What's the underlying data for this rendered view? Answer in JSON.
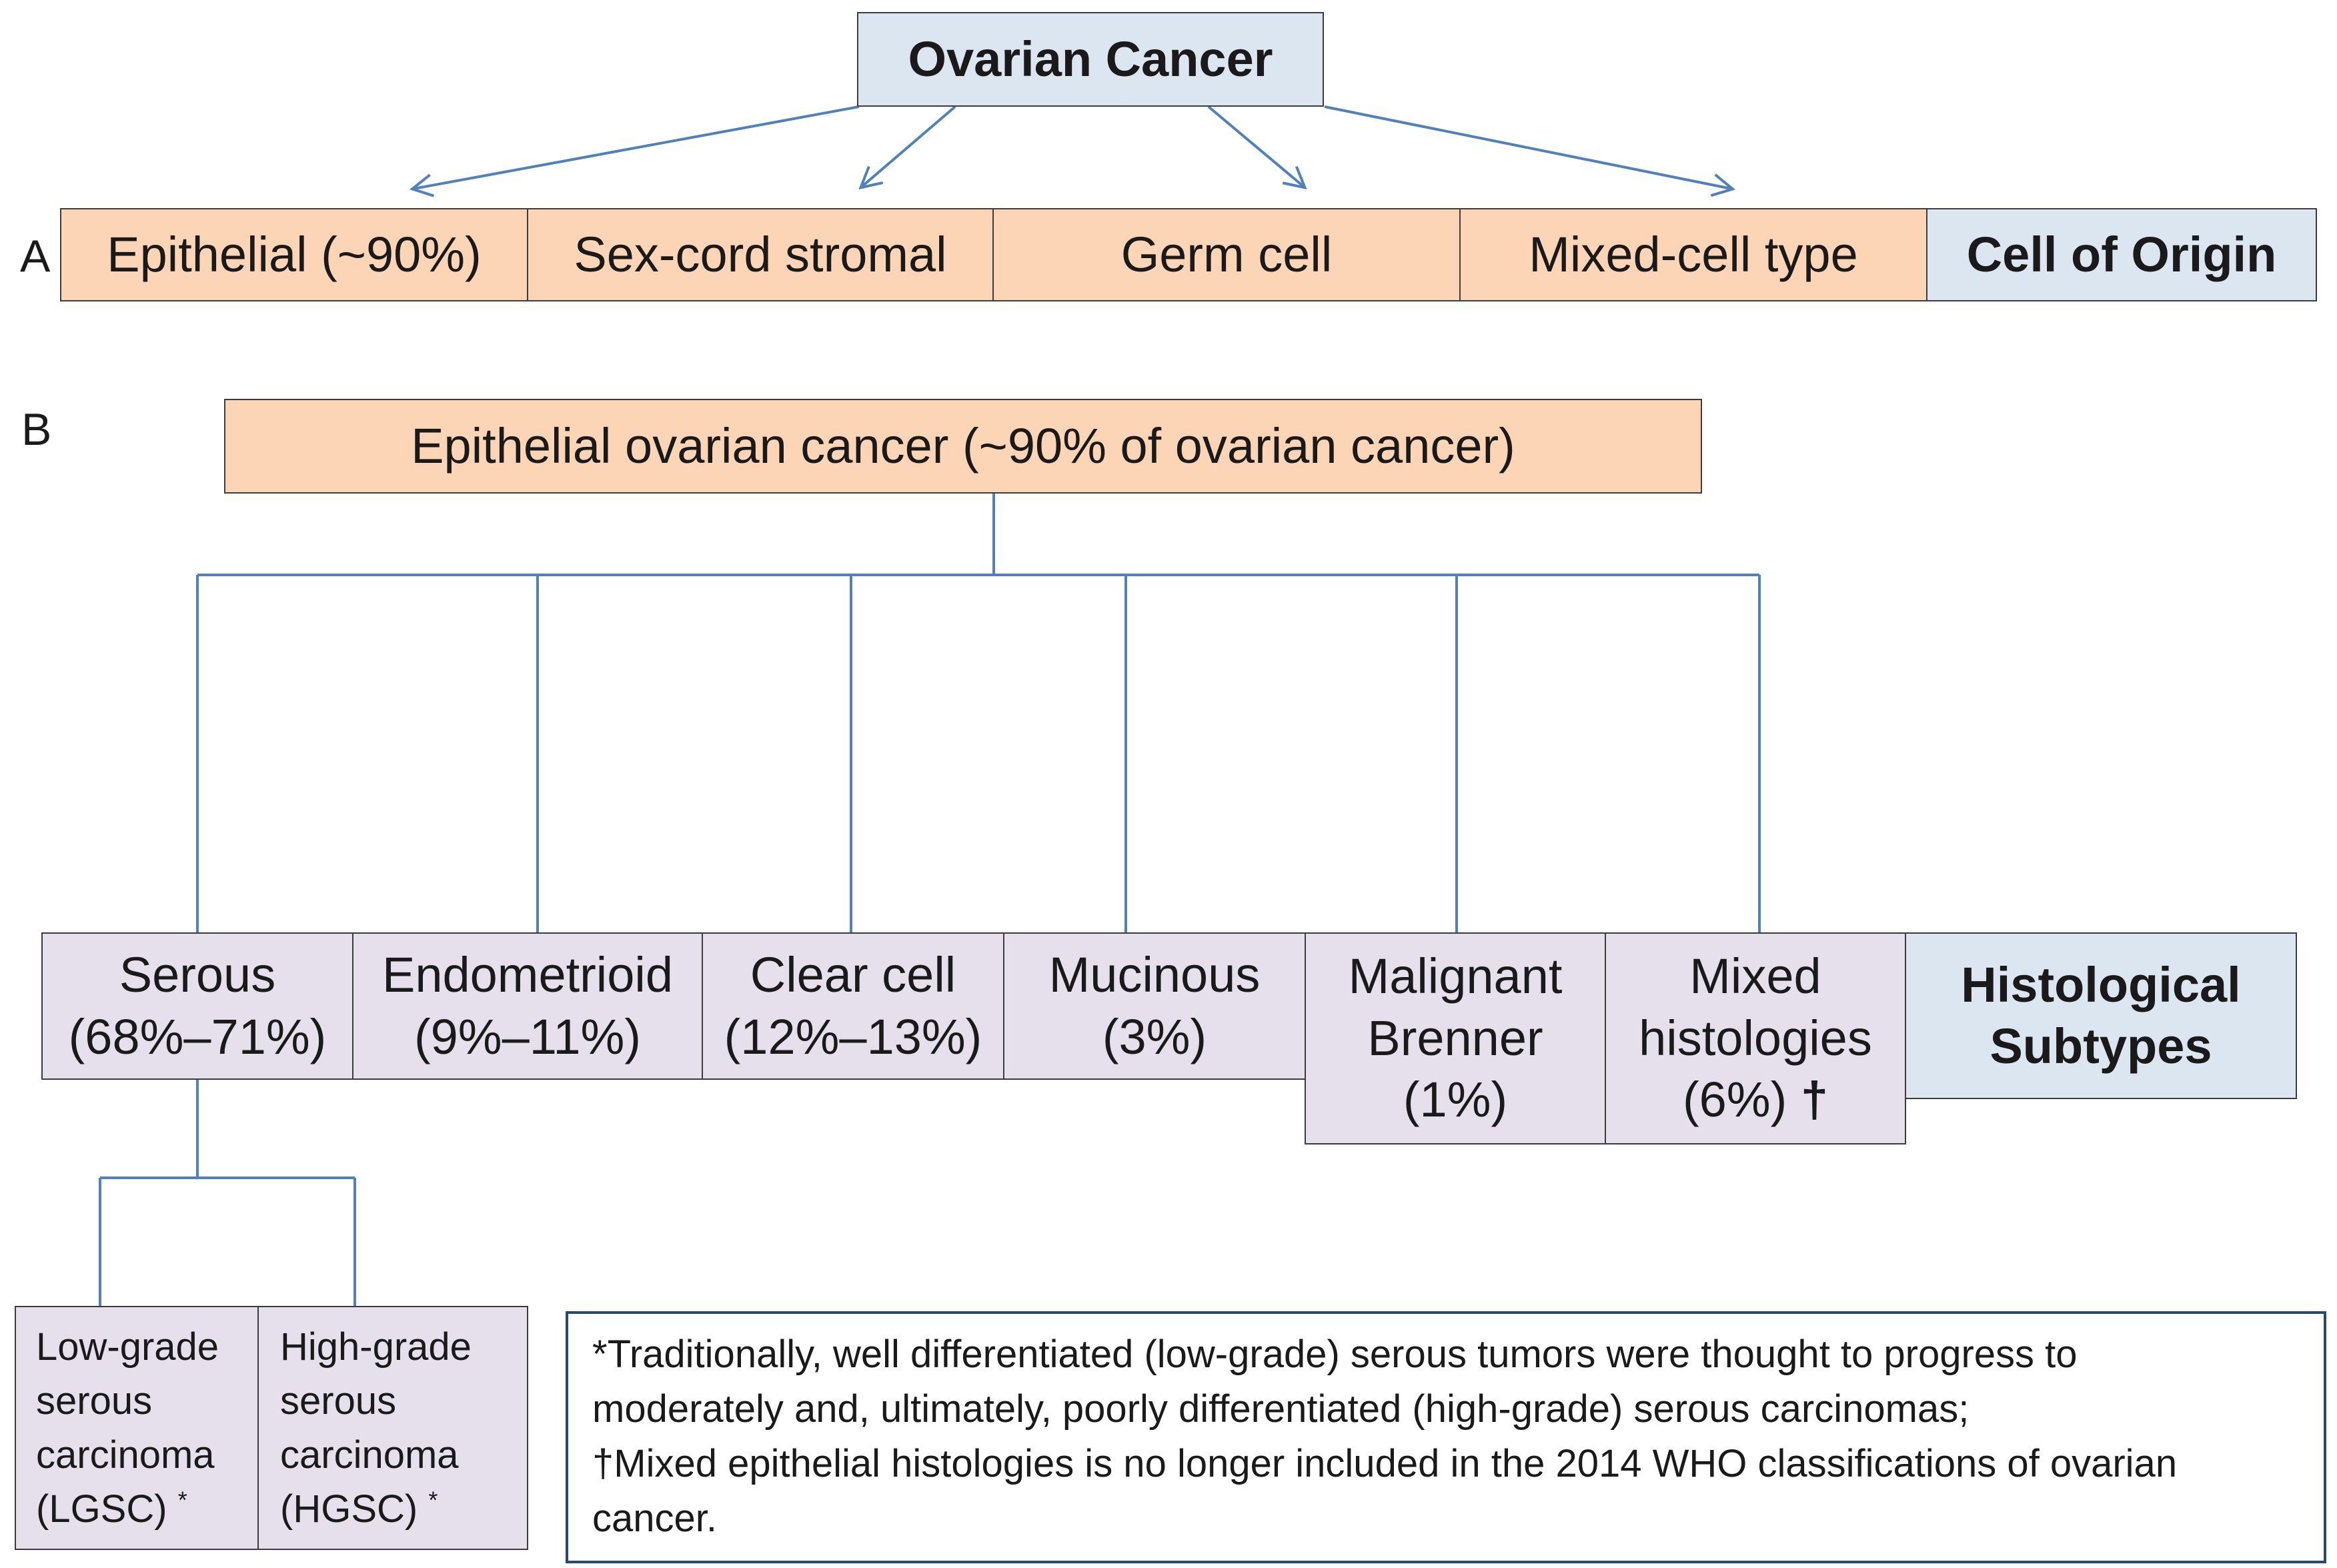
{
  "panel_a": {
    "label": "A",
    "root": "Ovarian Cancer",
    "cells": [
      "Epithelial (~90%)",
      "Sex-cord stromal",
      "Germ cell",
      "Mixed-cell type"
    ],
    "row_title": "Cell of Origin"
  },
  "panel_b": {
    "label": "B",
    "root": "Epithelial ovarian cancer (~90% of ovarian cancer)",
    "subtypes": [
      {
        "line1": "Serous",
        "line2": "(68%–71%)"
      },
      {
        "line1": "Endometrioid",
        "line2": "(9%–11%)"
      },
      {
        "line1": "Clear cell",
        "line2": "(12%–13%)"
      },
      {
        "line1": "Mucinous",
        "line2": "(3%)"
      },
      {
        "line1": "Malignant",
        "line2": "Brenner",
        "line3": "(1%)"
      },
      {
        "line1": "Mixed",
        "line2": "histologies",
        "line3": "(6%)",
        "mark": "†"
      }
    ],
    "row_title_line1": "Histological",
    "row_title_line2": "Subtypes",
    "grades": [
      {
        "line1": "Low-grade",
        "line2": "serous",
        "line3": "carcinoma",
        "line4": "(LGSC)",
        "mark": "*"
      },
      {
        "line1": "High-grade",
        "line2": "serous",
        "line3": "carcinoma",
        "line4": "(HGSC)",
        "mark": "*"
      }
    ]
  },
  "footnote": {
    "line1": "*Traditionally, well differentiated (low-grade) serous tumors were thought to progress to",
    "line2": "moderately and, ultimately, poorly differentiated (high-grade) serous carcinomas;",
    "line3": "†Mixed epithelial histologies is no longer included in the 2014 WHO classifications of ovarian",
    "line4": "cancer."
  },
  "colors": {
    "peach": "#fbd5b5",
    "blue": "#dce6f1",
    "lavender": "#e6e0ec",
    "connector": "#4f81bd"
  }
}
